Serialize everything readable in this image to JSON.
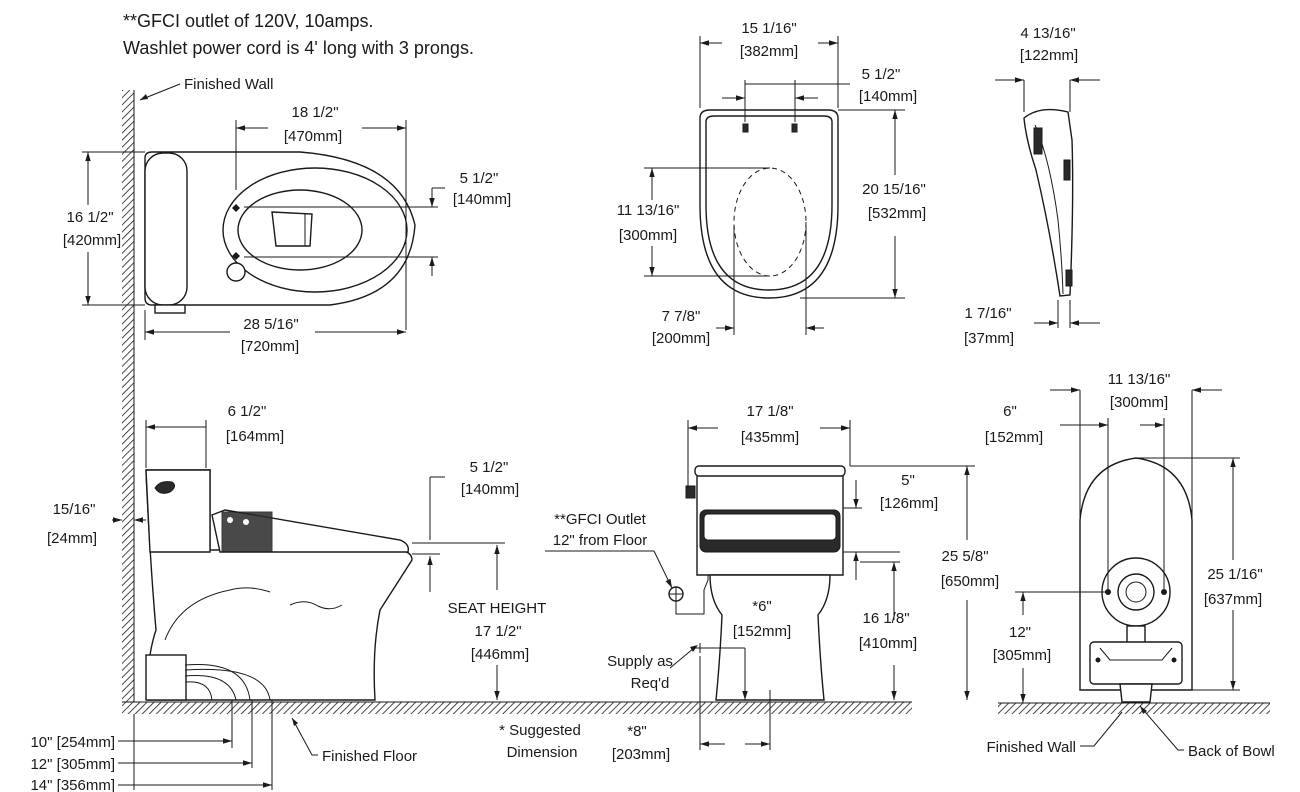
{
  "notes": {
    "gfci_line1": "**GFCI outlet of 120V, 10amps.",
    "gfci_line2": "Washlet power cord is 4' long with 3 prongs."
  },
  "top_view": {
    "finished_wall": "Finished Wall",
    "d_18_5": "18 1/2\"",
    "d_18_5_mm": "[470mm]",
    "d_5_5": "5 1/2\"",
    "d_5_5_mm": "[140mm]",
    "d_16_5": "16 1/2\"",
    "d_16_5_mm": "[420mm]",
    "d_28": "28 5/16\"",
    "d_28_mm": "[720mm]"
  },
  "seat_top": {
    "d_15": "15 1/16\"",
    "d_15_mm": "[382mm]",
    "d_5_5": "5 1/2\"",
    "d_5_5_mm": "[140mm]",
    "d_20": "20 15/16\"",
    "d_20_mm": "[532mm]",
    "d_11": "11 13/16\"",
    "d_11_mm": "[300mm]",
    "d_7": "7 7/8\"",
    "d_7_mm": "[200mm]"
  },
  "seat_side": {
    "d_4": "4 13/16\"",
    "d_4_mm": "[122mm]",
    "d_1": "1 7/16\"",
    "d_1_mm": "[37mm]"
  },
  "side_view": {
    "d_6_5": "6 1/2\"",
    "d_6_5_mm": "[164mm]",
    "d_5_5": "5 1/2\"",
    "d_5_5_mm": "[140mm]",
    "d_15_16": "15/16\"",
    "d_15_16_mm": "[24mm]",
    "seat_height": "SEAT HEIGHT",
    "d_17_5": "17 1/2\"",
    "d_17_5_mm": "[446mm]",
    "rough_10": "10\" [254mm]",
    "rough_12": "12\" [305mm]",
    "rough_14": "14\" [356mm]",
    "finished_floor": "Finished Floor"
  },
  "front_view": {
    "d_17": "17 1/8\"",
    "d_17_mm": "[435mm]",
    "gfci_1": "**GFCI Outlet",
    "gfci_2": "12\" from Floor",
    "d_5": "5\"",
    "d_5_mm": "[126mm]",
    "d_25_5_8": "25 5/8\"",
    "d_25_5_8_mm": "[650mm]",
    "d_6": "*6\"",
    "d_6_mm": "[152mm]",
    "d_16": "16 1/8\"",
    "d_16_mm": "[410mm]",
    "supply_1": "Supply as",
    "supply_2": "Req'd",
    "suggested_1": "* Suggested",
    "suggested_2": "Dimension",
    "d_8": "*8\"",
    "d_8_mm": "[203mm]"
  },
  "rear_view": {
    "d_11": "11 13/16\"",
    "d_11_mm": "[300mm]",
    "d_6": "6\"",
    "d_6_mm": "[152mm]",
    "d_25": "25 1/16\"",
    "d_25_mm": "[637mm]",
    "d_12": "12\"",
    "d_12_mm": "[305mm]",
    "finished_wall": "Finished Wall",
    "back_of_bowl": "Back of Bowl"
  }
}
